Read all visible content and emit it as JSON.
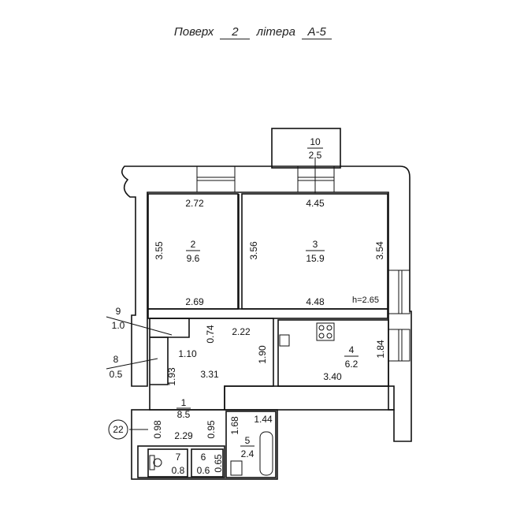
{
  "title": {
    "floor_label": "Поверх",
    "floor": "2",
    "letter_label": "літера",
    "letter": "А-5"
  },
  "ceiling_height": "h=2.65",
  "plan_marker": "22",
  "rooms": [
    {
      "num": "1",
      "area": "8.5"
    },
    {
      "num": "2",
      "area": "9.6"
    },
    {
      "num": "3",
      "area": "15.9"
    },
    {
      "num": "4",
      "area": "6.2"
    },
    {
      "num": "5",
      "area": "2.4"
    },
    {
      "num": "6",
      "area": "0.6"
    },
    {
      "num": "7",
      "area": "0.8"
    },
    {
      "num": "8",
      "area": "0.5"
    },
    {
      "num": "9",
      "area": "1.0"
    },
    {
      "num": "10",
      "area": "2.5"
    }
  ],
  "dims": {
    "r2_top": "2.72",
    "r2_left": "3.55",
    "r2_bottom": "2.69",
    "r3_top": "4.45",
    "r3_left": "3.56",
    "r3_right": "3.54",
    "r3_bottom": "4.48",
    "c_074": "0.74",
    "c_222": "2.22",
    "c_110": "1.10",
    "c_190": "1.90",
    "c_193": "1.93",
    "c_331": "3.31",
    "r4_right": "1.84",
    "r4_bottom": "3.40",
    "c_098": "0.98",
    "c_229": "2.29",
    "c_095": "0.95",
    "r5_168": "1.68",
    "r5_144": "1.44",
    "r6_065": "0.65"
  }
}
